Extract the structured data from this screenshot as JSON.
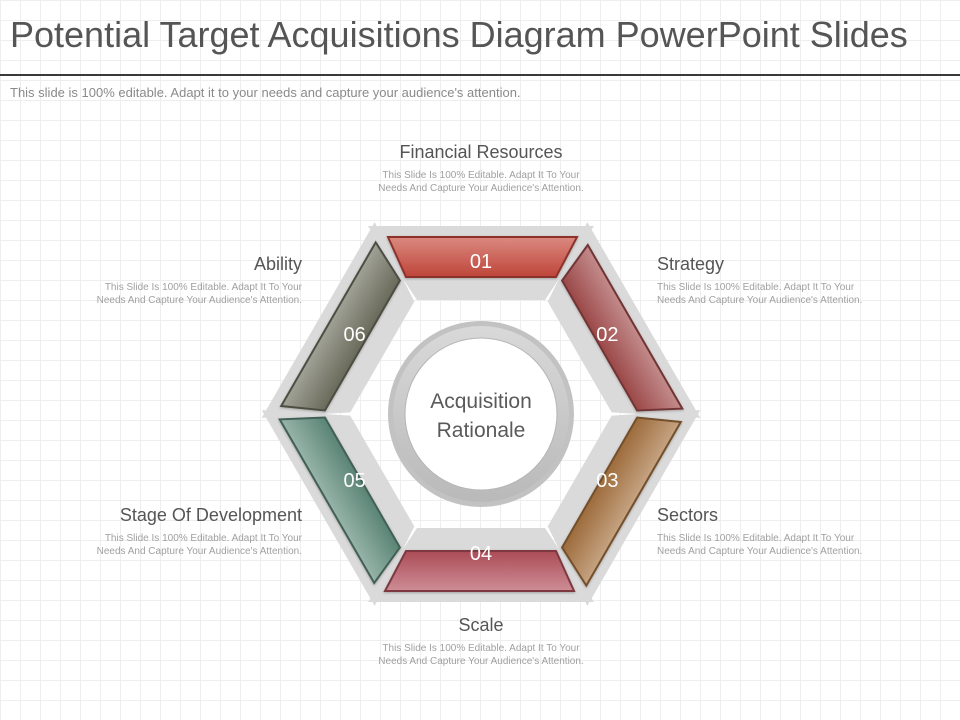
{
  "slide": {
    "title": "Potential Target Acquisitions Diagram PowerPoint Slides",
    "subtitle": "This slide is 100% editable. Adapt it to your needs and capture your audience's attention."
  },
  "diagram": {
    "center_line1": "Acquisition",
    "center_line2": "Rationale",
    "segments": [
      {
        "number": "01",
        "heading": "Financial Resources",
        "body1": "This Slide Is 100% Editable. Adapt It To Your",
        "body2": "Needs And Capture Your Audience's Attention.",
        "color": "#c8493c"
      },
      {
        "number": "02",
        "heading": "Strategy",
        "body1": "This Slide Is 100% Editable. Adapt It To Your",
        "body2": "Needs And Capture Your Audience's Attention.",
        "color": "#a34c4c"
      },
      {
        "number": "03",
        "heading": "Sectors",
        "body1": "This Slide Is 100% Editable. Adapt It To Your",
        "body2": "Needs And Capture Your Audience's Attention.",
        "color": "#a5713e"
      },
      {
        "number": "04",
        "heading": "Scale",
        "body1": "This Slide Is 100% Editable. Adapt It To Your",
        "body2": "Needs And Capture Your Audience's Attention.",
        "color": "#b4505c"
      },
      {
        "number": "05",
        "heading": "Stage Of Development",
        "body1": "This Slide Is 100% Editable. Adapt It To Your",
        "body2": "Needs And Capture Your Audience's Attention.",
        "color": "#5f8b7b"
      },
      {
        "number": "06",
        "heading": "Ability",
        "body1": "This Slide Is 100% Editable. Adapt It To Your",
        "body2": "Needs And Capture Your Audience's Attention.",
        "color": "#6e705f"
      }
    ]
  }
}
